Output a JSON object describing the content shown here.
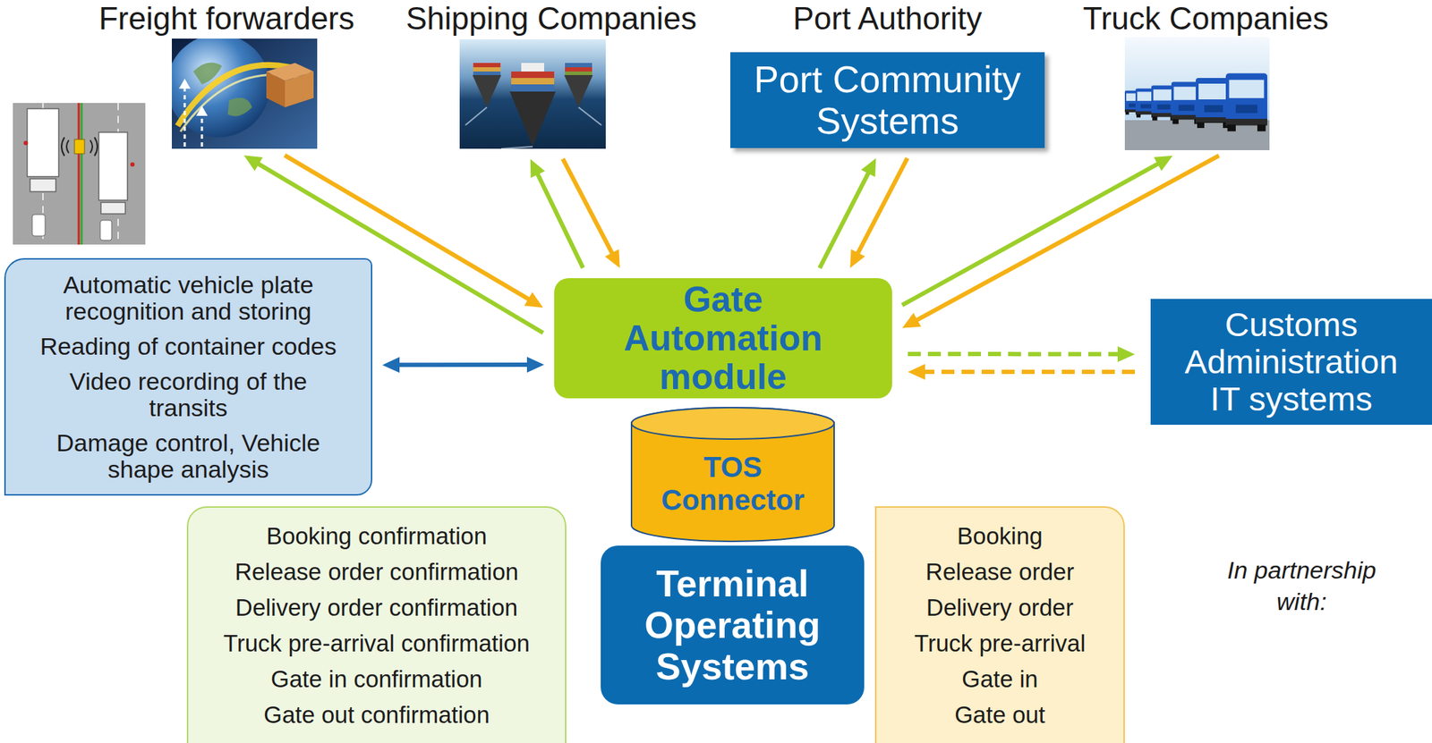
{
  "diagram": {
    "nodes": [
      {
        "text": [
          "Freight forwarders"
        ]
      },
      {
        "text": [
          "Shipping Companies"
        ]
      },
      {
        "text": [
          "Port Authority",
          "Port Community Systems"
        ]
      },
      {
        "text": [
          "Truck Companies"
        ]
      },
      {
        "text": [
          "Automatic vehicle plate recognition and storing",
          "Reading of container codes",
          "Video recording of the transits",
          "Damage control, Vehicle shape analysis"
        ]
      },
      {
        "text": [
          "Gate Automation module"
        ]
      },
      {
        "text": [
          "Customs Administration IT systems"
        ]
      },
      {
        "text": [
          "TOS Connector"
        ]
      },
      {
        "text": [
          "Booking confirmation",
          "Release order confirmation",
          "Delivery order confirmation",
          "Truck pre-arrival confirmation",
          "Gate in confirmation",
          "Gate out confirmation"
        ]
      },
      {
        "text": [
          "Terminal Operating Systems"
        ]
      },
      {
        "text": [
          "Booking",
          "Release order",
          "Delivery order",
          "Truck pre-arrival",
          "Gate in",
          "Gate out"
        ]
      }
    ],
    "edges": [
      {
        "from": 5,
        "to": 0,
        "arrow": "to"
      },
      {
        "from": 0,
        "to": 5,
        "arrow": "to"
      },
      {
        "from": 5,
        "to": 1,
        "arrow": "to"
      },
      {
        "from": 1,
        "to": 5,
        "arrow": "to"
      },
      {
        "from": 5,
        "to": 2,
        "arrow": "to"
      },
      {
        "from": 2,
        "to": 5,
        "arrow": "to"
      },
      {
        "from": 5,
        "to": 3,
        "arrow": "to"
      },
      {
        "from": 3,
        "to": 5,
        "arrow": "to"
      },
      {
        "from": 4,
        "to": 5,
        "arrow": "both"
      },
      {
        "from": 5,
        "to": 6,
        "arrow": "to"
      },
      {
        "from": 6,
        "to": 5,
        "arrow": "to"
      }
    ],
    "labels": [
      "In partnership with:"
    ]
  }
}
